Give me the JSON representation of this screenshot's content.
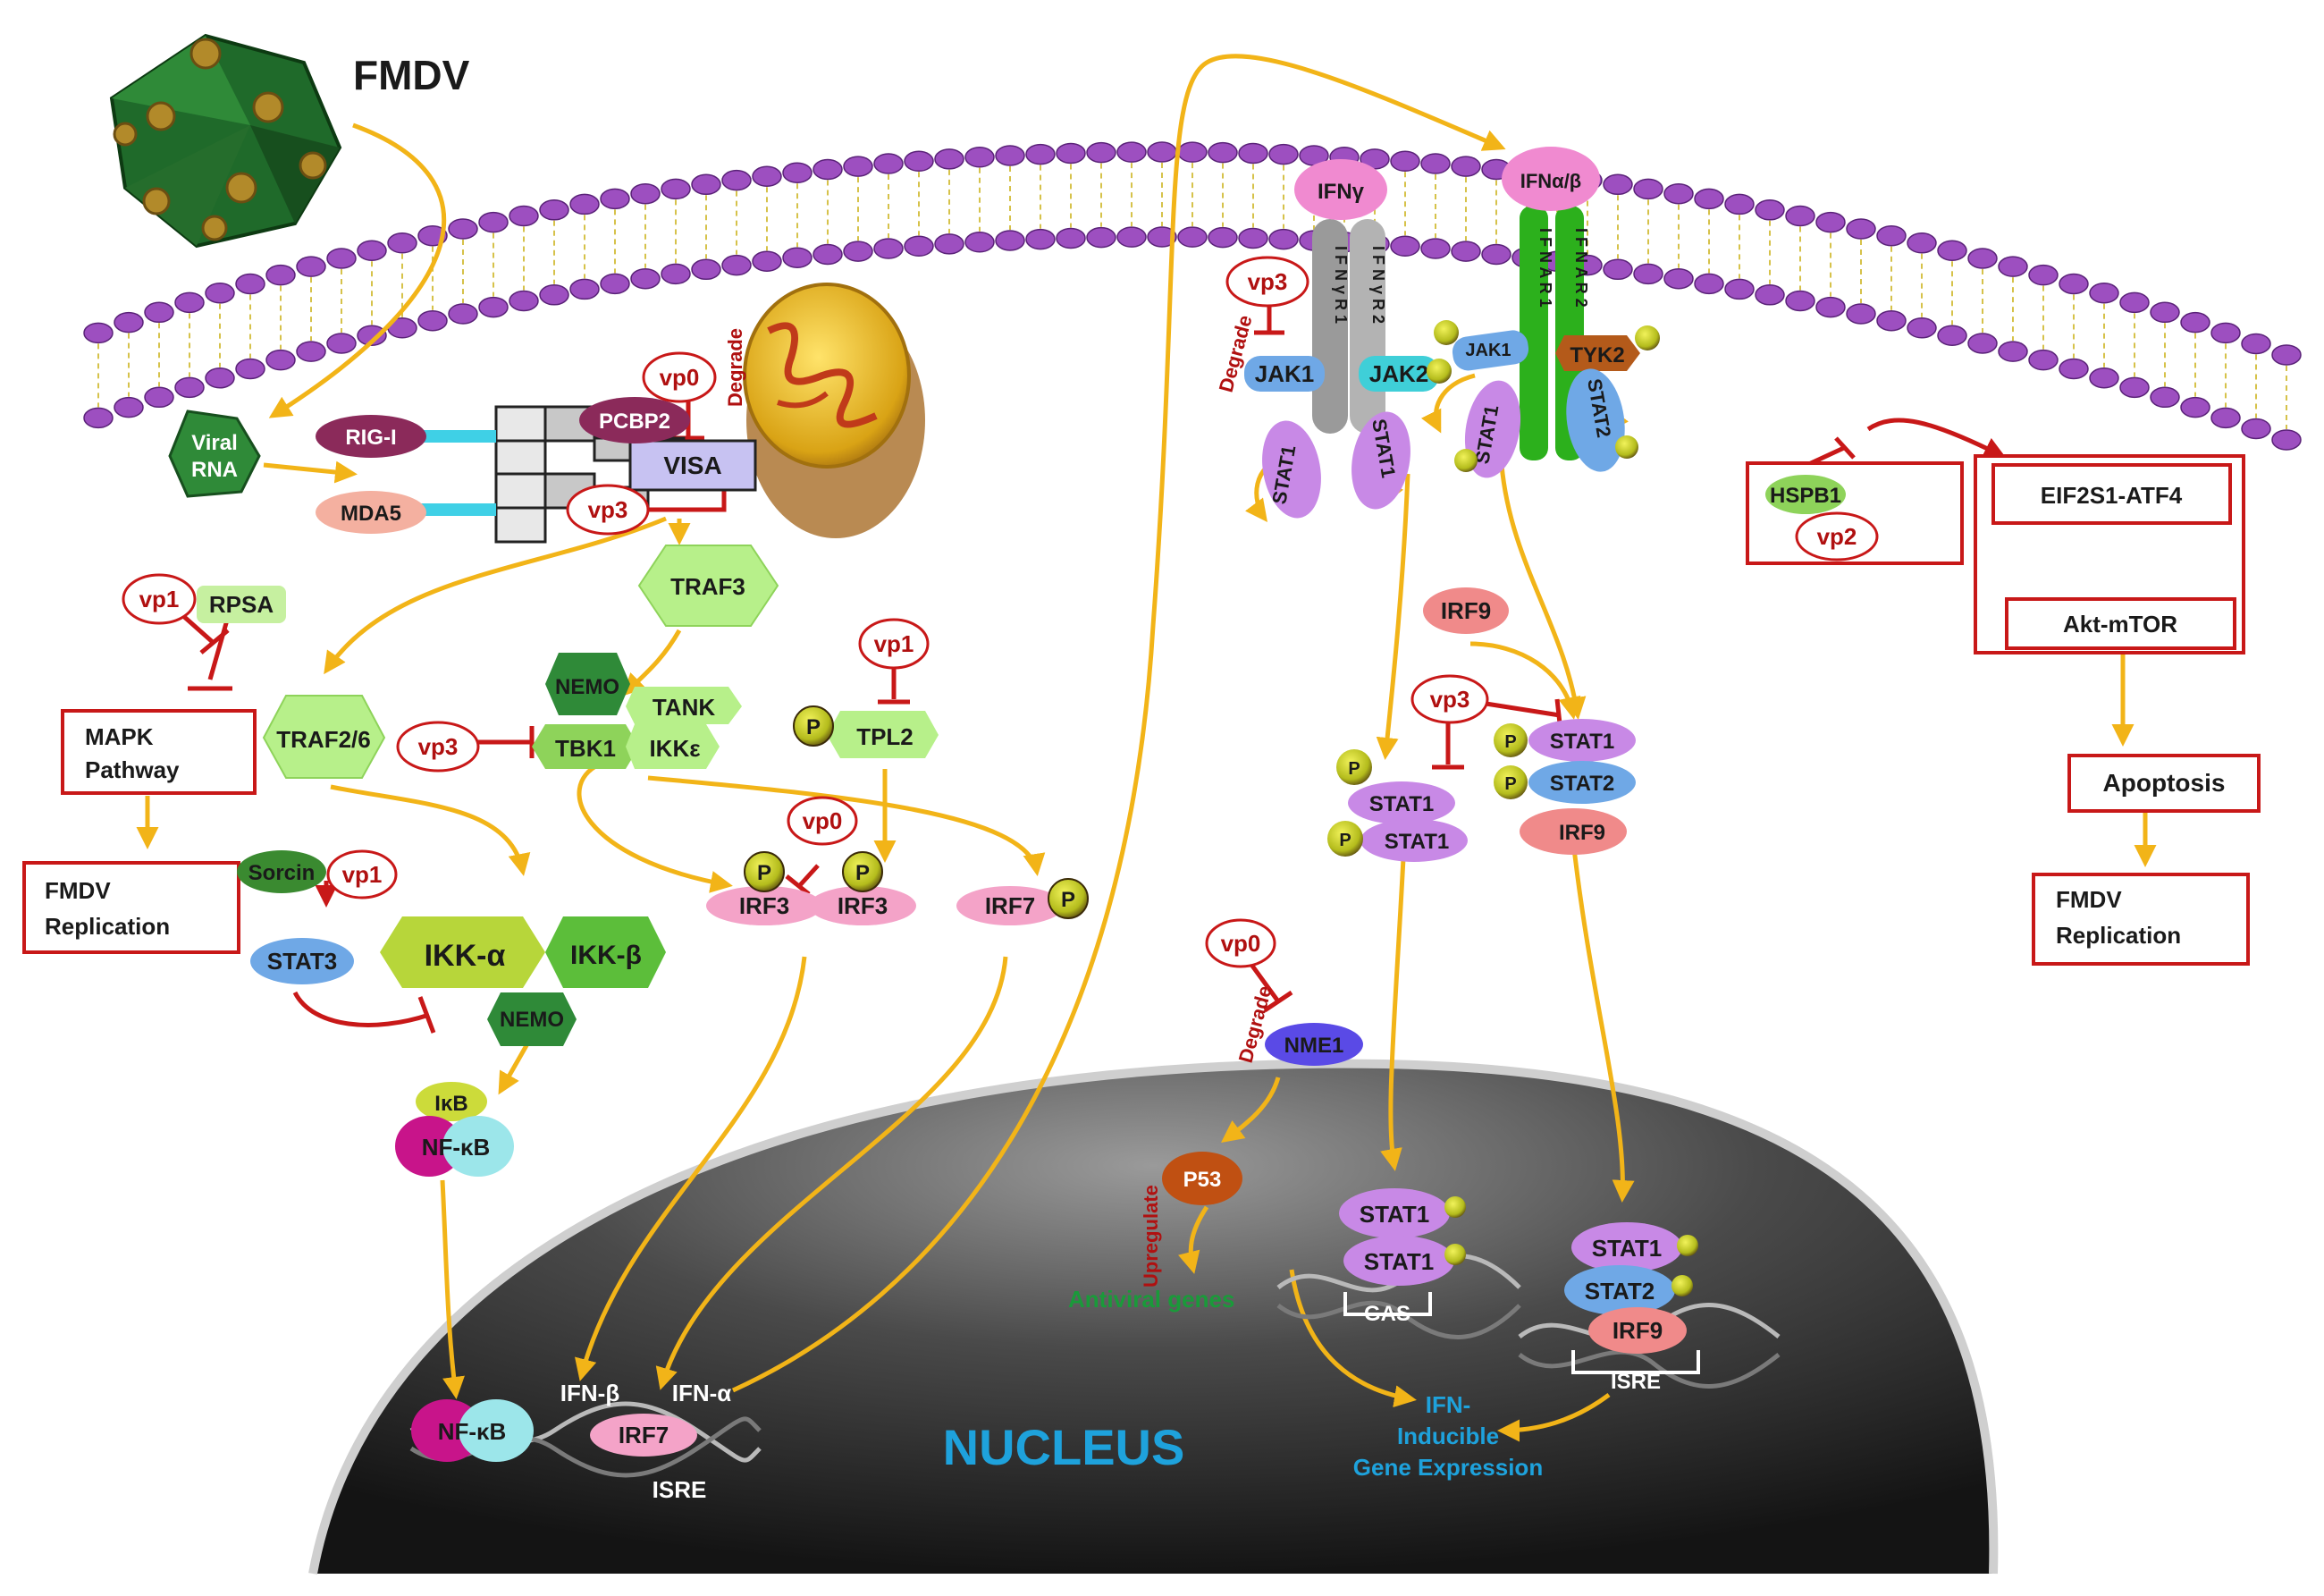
{
  "labels": {
    "fmdv": "FMDV",
    "viral_rna_1": "Viral",
    "viral_rna_2": "RNA",
    "rig_i": "RIG-I",
    "mda5": "MDA5",
    "pcbp2": "PCBP2",
    "visa": "VISA",
    "vp0": "vp0",
    "vp1": "vp1",
    "vp2": "vp2",
    "vp3": "vp3",
    "degrade": "Degrade",
    "upregulate": "Upregulate",
    "traf3": "TRAF3",
    "traf26": "TRAF2/6",
    "rpsa": "RPSA",
    "nemo": "NEMO",
    "tank": "TANK",
    "tbk1": "TBK1",
    "ikke": "IKKε",
    "tpl2": "TPL2",
    "p": "P",
    "irf3": "IRF3",
    "irf7": "IRF7",
    "mapk_1": "MAPK",
    "mapk_2": "Pathway",
    "fmdv_rep_1": "FMDV",
    "fmdv_rep_2": "Replication",
    "sorcin": "Sorcin",
    "stat3": "STAT3",
    "ikka": "IKK-α",
    "ikkb": "IKK-β",
    "ikb": "IκB",
    "nfkb": "NF-κB",
    "ifng": "IFNγ",
    "ifnab": "IFNα/β",
    "ifngr1": "I F N γ R 1",
    "ifngr2": "I F N γ R 2",
    "ifnar1": "I F N A R 1",
    "ifnar2": "I F N A R 2",
    "jak1": "JAK1",
    "jak2": "JAK2",
    "tyk2": "TYK2",
    "stat1": "STAT1",
    "stat2": "STAT2",
    "irf9": "IRF9",
    "hspb1": "HSPB1",
    "eif2s1": "EIF2S1-ATF4",
    "akt_mtor": "Akt-mTOR",
    "apoptosis": "Apoptosis",
    "nme1": "NME1",
    "p53": "P53",
    "antiviral": "Antiviral  genes",
    "gas": "GAS",
    "isre": "ISRE",
    "ifn_beta": "IFN-β",
    "ifn_alpha": "IFN-α",
    "nucleus": "NUCLEUS",
    "ifn_ind_1": "IFN-",
    "ifn_ind_2": "Inducible",
    "ifn_ind_3": "Gene Expression"
  },
  "colors": {
    "arrow": "#f2b418",
    "inhibit": "#c81818",
    "membrane": "#9d4fc0",
    "nucleus_text": "#1ea2dc",
    "antiviral_text": "#1a9a3a",
    "ifn_ind_text": "#1ea2dc",
    "stat1": "#c889e6",
    "stat2": "#6fa8e6",
    "irf": "#f4a3a3",
    "green_node": "#8ed35a",
    "virus": "#1f6a2a"
  }
}
